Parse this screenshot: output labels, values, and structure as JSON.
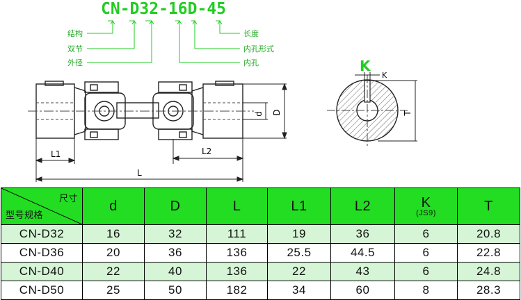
{
  "model_code": "CN-D32-16D-45",
  "labels_left": [
    "结构",
    "双节",
    "外径"
  ],
  "labels_right": [
    "长度",
    "内孔形式",
    "内孔"
  ],
  "drawing_dims": {
    "d": "d",
    "D": "D",
    "L1": "L1",
    "L2": "L2",
    "L": "L",
    "K_big": "K",
    "K_small": "K",
    "T": "T"
  },
  "table": {
    "corner_top": "尺寸",
    "corner_bottom": "型号规格",
    "headers": [
      "d",
      "D",
      "L",
      "L1",
      "L2",
      "K",
      "T"
    ],
    "k_sub": "(JS9)",
    "rows": [
      [
        "CN-D32",
        "16",
        "32",
        "111",
        "19",
        "36",
        "6",
        "20.8"
      ],
      [
        "CN-D36",
        "20",
        "36",
        "136",
        "25.5",
        "44.5",
        "6",
        "22.8"
      ],
      [
        "CN-D40",
        "22",
        "40",
        "136",
        "22",
        "43",
        "6",
        "24.8"
      ],
      [
        "CN-D50",
        "25",
        "50",
        "182",
        "34",
        "60",
        "8",
        "28.3"
      ]
    ]
  },
  "colors": {
    "accent_green": "#22cc22",
    "header_bg": "#22dd22",
    "alt_row": "#d6f5d6"
  }
}
